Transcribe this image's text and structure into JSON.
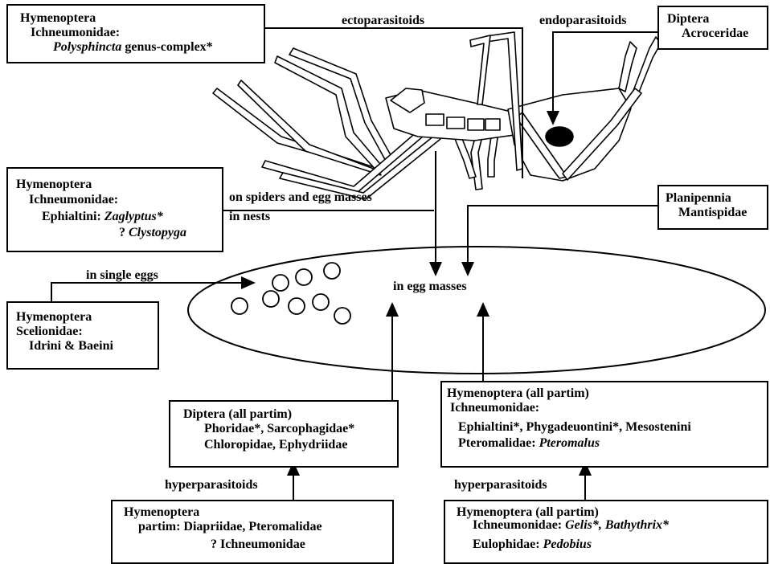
{
  "labels": {
    "ectoparasitoids": "ectoparasitoids",
    "endoparasitoids": "endoparasitoids",
    "on_spiders": "on spiders and egg masses",
    "in_nests": "in nests",
    "in_single_eggs": "in single eggs",
    "in_egg_masses": "in egg masses",
    "hyperparasitoids_left": "hyperparasitoids",
    "hyperparasitoids_right": "hyperparasitoids"
  },
  "boxes": {
    "polysphincta": {
      "order": "Hymenoptera",
      "family": "Ichneumonidae:",
      "genus_italic": "Polysphincta",
      "genus_rest": " genus-complex*"
    },
    "acroceridae": {
      "order": "Diptera",
      "family": "Acroceridae"
    },
    "zaglyptus": {
      "order": "Hymenoptera",
      "family": "Ichneumonidae:",
      "tribe": "Ephialtini: ",
      "genus_italic": "Zaglyptus*",
      "q_prefix": "? ",
      "q_genus_italic": "Clystopyga"
    },
    "mantispidae": {
      "order": "Planipennia",
      "family": "Mantispidae"
    },
    "scelionidae": {
      "order": "Hymenoptera",
      "family": "Scelionidae:",
      "tribes": "Idrini & Baeini"
    },
    "diptera_partim": {
      "title": "Diptera (all partim)",
      "line1": "Phoridae*, Sarcophagidae*",
      "line2": "Chloropidae, Ephydriidae"
    },
    "hymenoptera_partim": {
      "title": "Hymenoptera (all partim)",
      "line1": "Ichneumonidae:",
      "line2": "Ephialtini*, Phygadeuontini*, Mesostenini",
      "line3_prefix": "Pteromalidae: ",
      "line3_italic": "Pteromalus"
    },
    "hyper_left": {
      "title": "Hymenoptera",
      "line1": "partim: Diapriidae, Pteromalidae",
      "line2": "? Ichneumonidae"
    },
    "hyper_right": {
      "title": "Hymenoptera (all partim)",
      "line1_prefix": "Ichneumonidae: ",
      "line1_italic": "Gelis*, Bathythrix*",
      "line2_prefix": "Eulophidae: ",
      "line2_italic": "Pedobius"
    }
  }
}
